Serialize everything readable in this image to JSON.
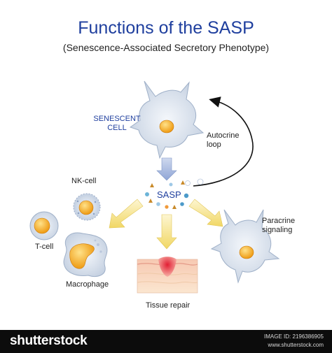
{
  "title": "Functions of the SASP",
  "subtitle": "(Senescence-Associated Secretory Phenotype)",
  "labels": {
    "senescent_line1": "SENESCENT",
    "senescent_line2": "CELL",
    "autocrine_line1": "Autocrine",
    "autocrine_line2": "loop",
    "sasp": "SASP",
    "nk_cell": "NK-cell",
    "t_cell": "T-cell",
    "macrophage": "Macrophage",
    "tissue_repair": "Tissue repair",
    "paracrine_line1": "Paracrine",
    "paracrine_line2": "signaling"
  },
  "footer": {
    "brand": "shutterstock",
    "image_id": "IMAGE ID: 2196386905",
    "site": "www.shutterstock.com"
  },
  "colors": {
    "title": "#1f3f9e",
    "sasp_text": "#1f3f9e",
    "arrow_yellow": "#f3df7a",
    "arrow_blue": "#aebde0",
    "cell_body": "#d4dde9",
    "nucleus": "#f0a020",
    "footer_bg": "#0c0c0c"
  },
  "icons": [
    "senescent-cell",
    "nk-cell",
    "t-cell",
    "macrophage",
    "skin-tissue",
    "paracrine-cell",
    "curved-arrow"
  ]
}
